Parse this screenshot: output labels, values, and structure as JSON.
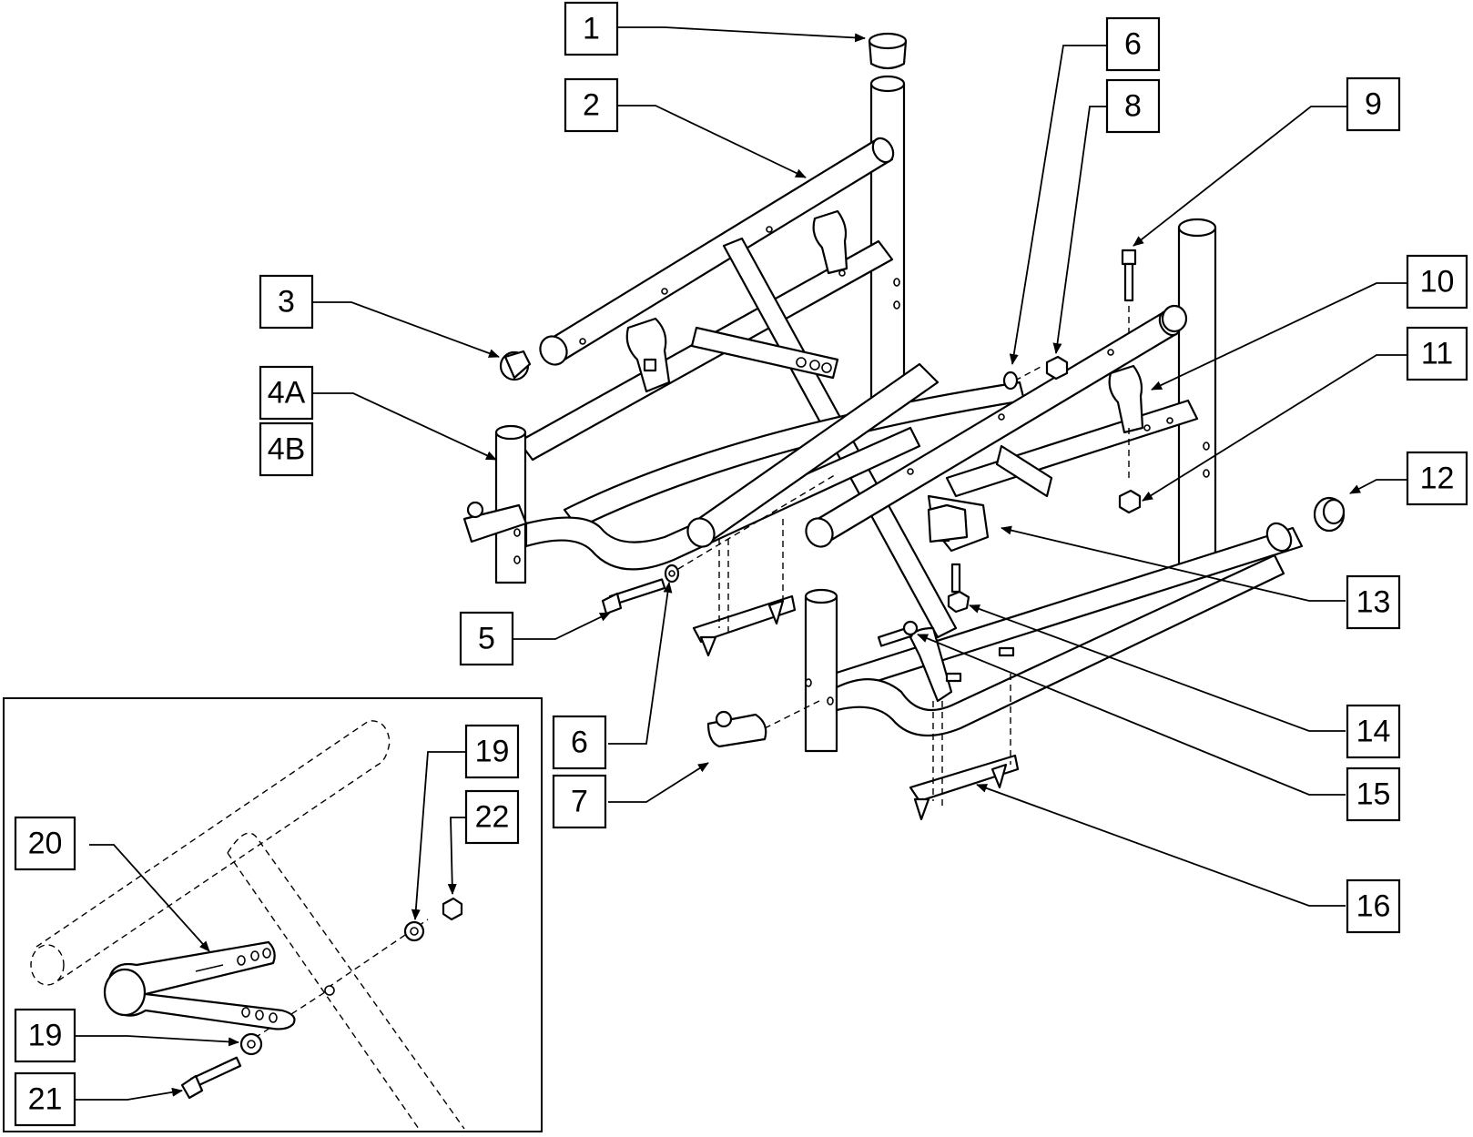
{
  "callouts": [
    {
      "id": "1",
      "label": "1"
    },
    {
      "id": "2",
      "label": "2"
    },
    {
      "id": "3",
      "label": "3"
    },
    {
      "id": "4A",
      "label": "4A"
    },
    {
      "id": "4B",
      "label": "4B"
    },
    {
      "id": "5",
      "label": "5"
    },
    {
      "id": "6-top",
      "label": "6"
    },
    {
      "id": "6-bottom",
      "label": "6"
    },
    {
      "id": "7",
      "label": "7"
    },
    {
      "id": "8",
      "label": "8"
    },
    {
      "id": "9",
      "label": "9"
    },
    {
      "id": "10",
      "label": "10"
    },
    {
      "id": "11",
      "label": "11"
    },
    {
      "id": "12",
      "label": "12"
    },
    {
      "id": "13",
      "label": "13"
    },
    {
      "id": "14",
      "label": "14"
    },
    {
      "id": "15",
      "label": "15"
    },
    {
      "id": "16",
      "label": "16"
    },
    {
      "id": "19-top",
      "label": "19"
    },
    {
      "id": "19-bottom",
      "label": "19"
    },
    {
      "id": "20",
      "label": "20"
    },
    {
      "id": "21",
      "label": "21"
    },
    {
      "id": "22",
      "label": "22"
    }
  ]
}
